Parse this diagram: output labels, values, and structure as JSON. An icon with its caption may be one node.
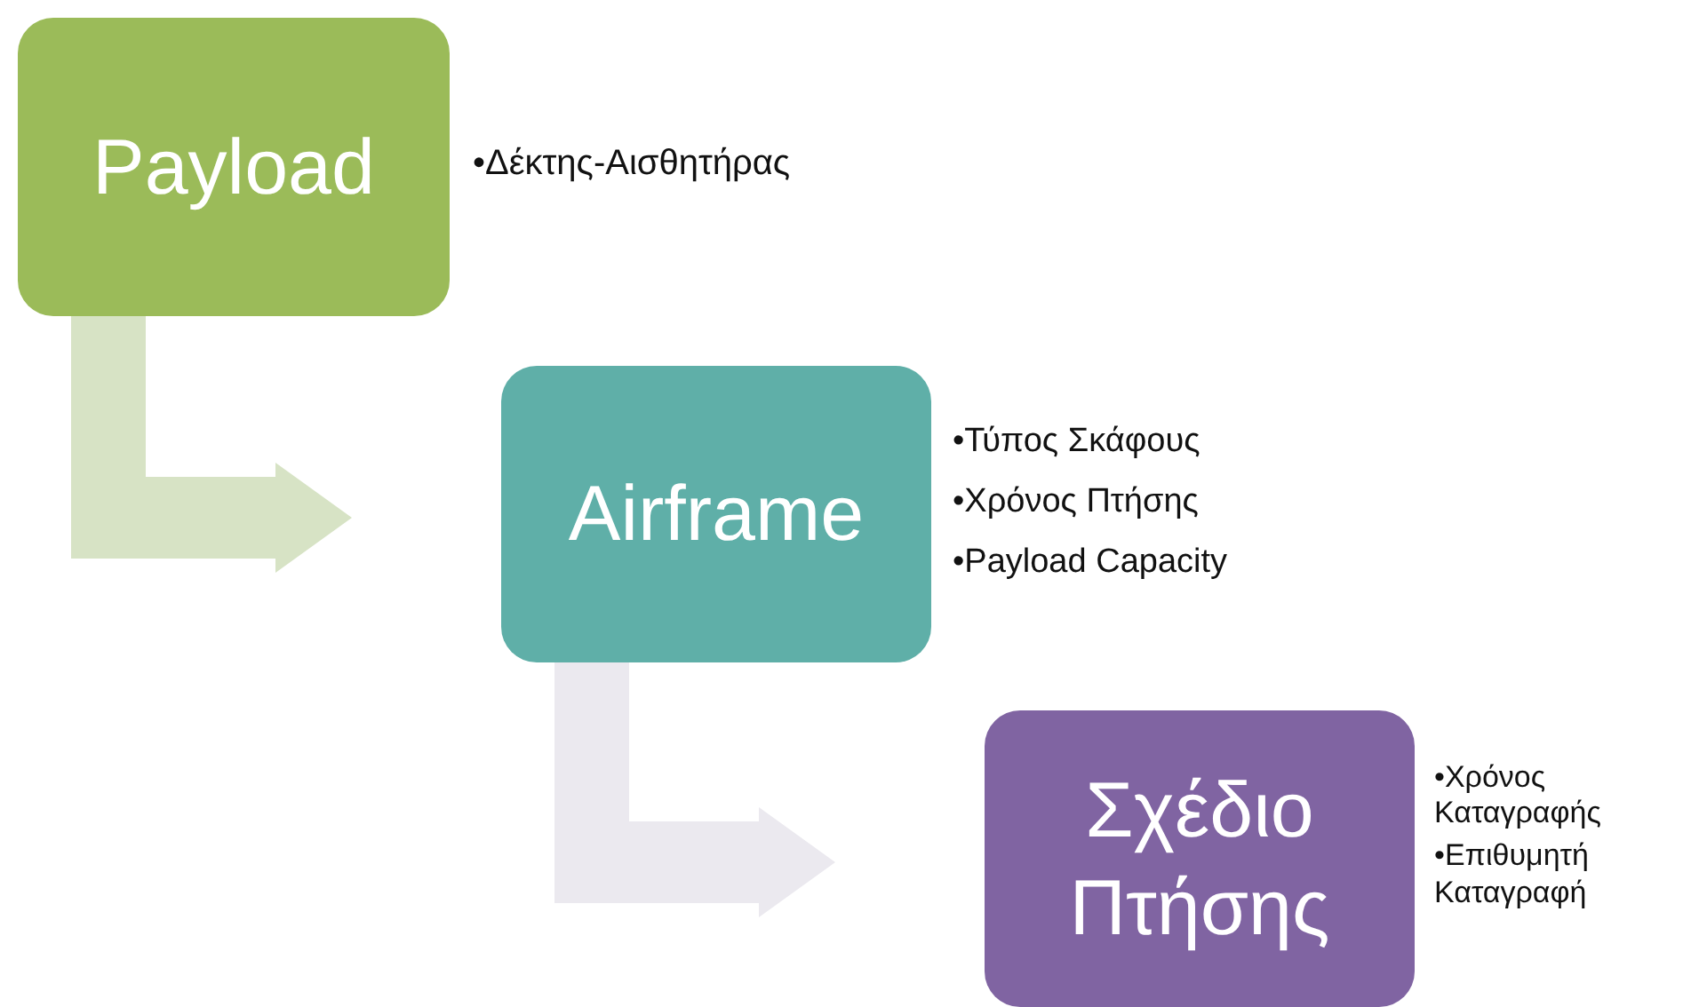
{
  "diagram": {
    "nodes": [
      {
        "text": [
          "Payload"
        ],
        "beside": [
          "•Δέκτης-Αισθητήρας"
        ]
      },
      {
        "text": [
          "Airframe"
        ],
        "beside": [
          "•Τύπος Σκάφους",
          "•Χρόνος Πτήσης",
          "•Payload Capacity"
        ]
      },
      {
        "text": [
          "Σχέδιο Πτήσης"
        ],
        "beside": [
          "•Χρόνος Καταγραφής",
          "•Επιθυμητή Καταγραφή"
        ]
      }
    ],
    "edges": [
      {
        "from": 0,
        "to": 1,
        "arrow": "to",
        "style": "thick",
        "color": "#d7e3c5"
      },
      {
        "from": 1,
        "to": 2,
        "arrow": "to",
        "style": "thick",
        "color": "#ebe9ef"
      }
    ]
  }
}
